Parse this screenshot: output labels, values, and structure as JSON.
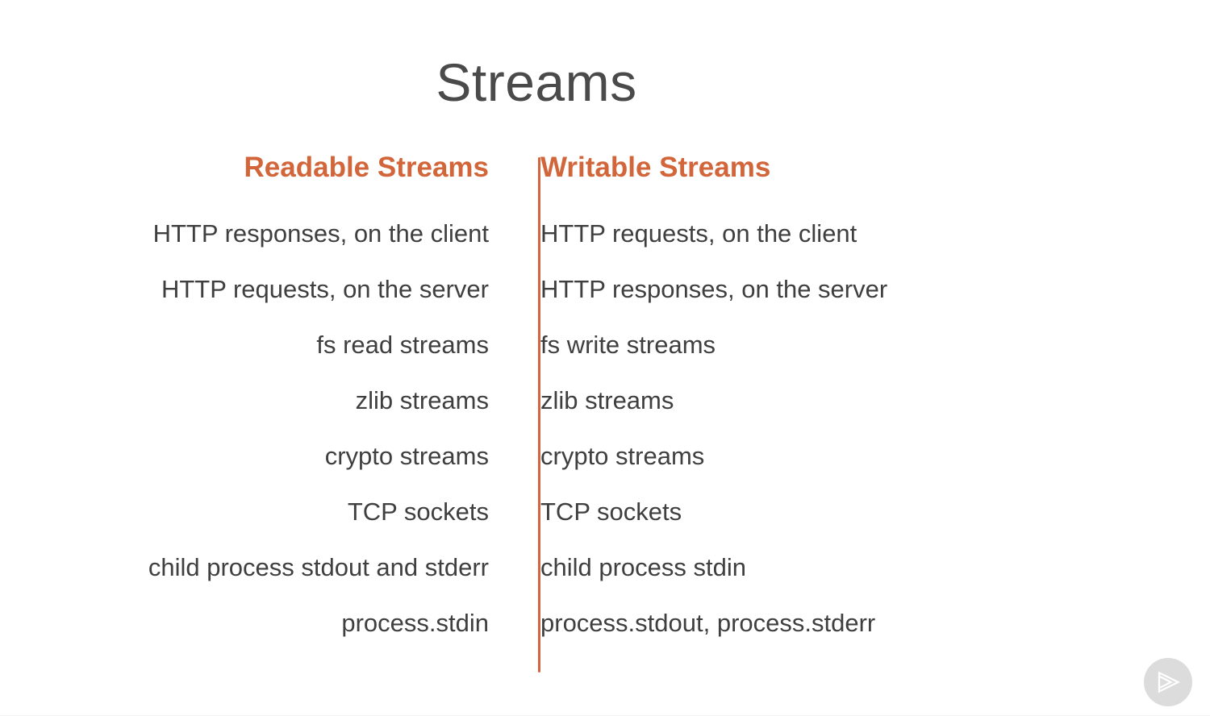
{
  "slide": {
    "title": "Streams",
    "background_color": "#ffffff",
    "accent_color": "#d2663a",
    "text_color": "#3f3f3f",
    "title_color": "#4a4a4a"
  },
  "columns": {
    "left": {
      "heading": "Readable Streams",
      "align": "right",
      "items": [
        "HTTP responses, on the client",
        "HTTP requests, on the server",
        "fs read streams",
        "zlib streams",
        "crypto streams",
        "TCP sockets",
        "child process stdout and stderr",
        "process.stdin"
      ]
    },
    "right": {
      "heading": "Writable Streams",
      "align": "left",
      "items": [
        "HTTP requests, on the client",
        "HTTP responses, on the server",
        "fs write streams",
        "zlib streams",
        "crypto streams",
        "TCP sockets",
        "child process stdin",
        "process.stdout, process.stderr"
      ]
    }
  },
  "divider": {
    "color": "#d2663a"
  },
  "badge": {
    "icon": "play-forward-icon",
    "background_color": "#dcdcdc",
    "glyph_color": "#ffffff"
  }
}
